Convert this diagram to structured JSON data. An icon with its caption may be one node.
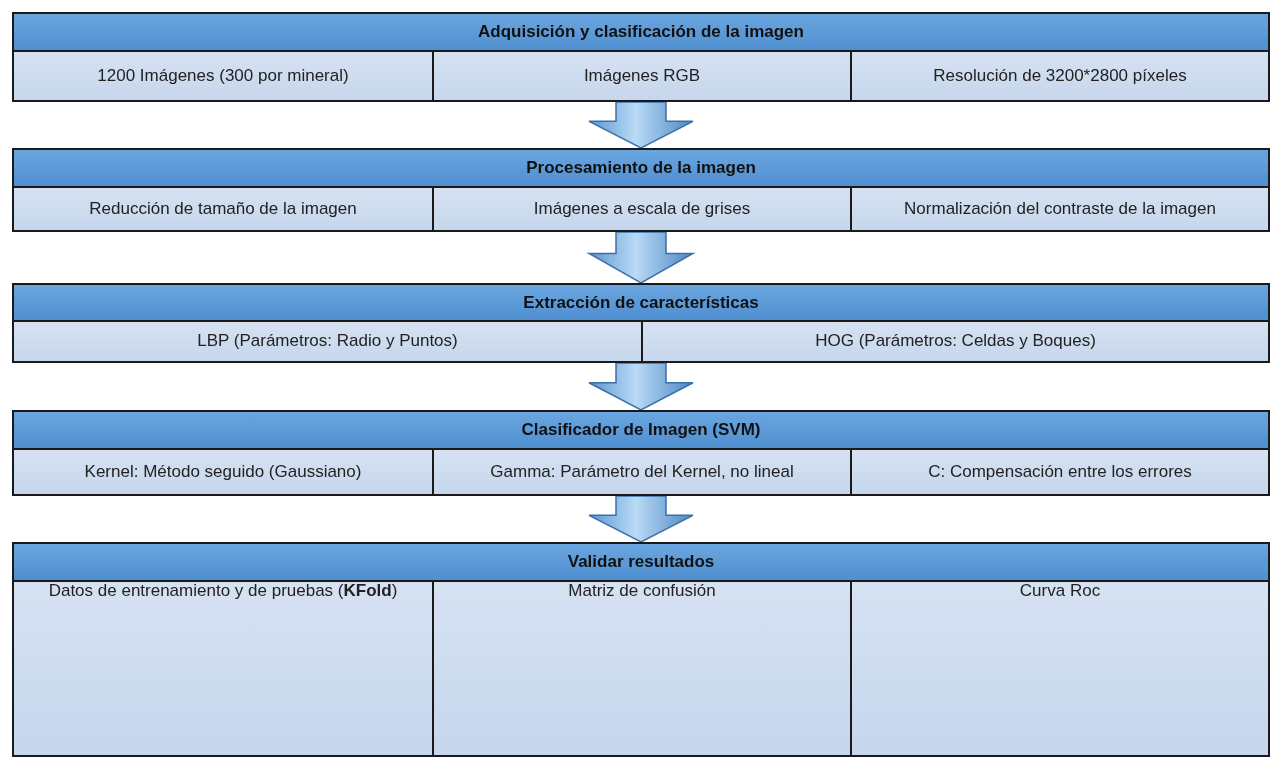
{
  "diagram": {
    "nodes": [
      {
        "text": [
          "Adquisición y clasificación de la imagen"
        ]
      },
      {
        "text": [
          "1200  Imágenes (300 por mineral)"
        ],
        "in": 0
      },
      {
        "text": [
          "Imágenes RGB"
        ],
        "in": 0
      },
      {
        "text": [
          "Resolución de 3200*2800  píxeles"
        ],
        "in": 0
      },
      {
        "text": [
          "Procesamiento de la imagen"
        ]
      },
      {
        "text": [
          "Reducción de tamaño de la imagen"
        ],
        "in": 4
      },
      {
        "text": [
          "Imágenes a escala de grises"
        ],
        "in": 4
      },
      {
        "text": [
          "Normalización del contraste de la imagen"
        ],
        "in": 4
      },
      {
        "text": [
          "Extracción de características"
        ]
      },
      {
        "text": [
          "LBP (Parámetros: Radio y Puntos)"
        ],
        "in": 8
      },
      {
        "text": [
          "HOG (Parámetros: Celdas y Boques)"
        ],
        "in": 8
      },
      {
        "text": [
          "Clasificador de Imagen (SVM)"
        ]
      },
      {
        "text": [
          "Kernel: Método seguido (Gaussiano)"
        ],
        "in": 11
      },
      {
        "text": [
          "Gamma: Parámetro del Kernel, no lineal"
        ],
        "in": 11
      },
      {
        "text": [
          "C: Compensación entre los errores"
        ],
        "in": 11
      },
      {
        "text": [
          "Validar resultados"
        ]
      },
      {
        "text": [
          "Datos de entrenamiento y de pruebas (**KFold**)"
        ],
        "in": 15
      },
      {
        "text": [
          "Matriz de confusión"
        ],
        "in": 15
      },
      {
        "text": [
          "Curva Roc"
        ],
        "in": 15
      }
    ],
    "edges": [
      {
        "from": 0,
        "to": 4,
        "arrow": "to"
      },
      {
        "from": 4,
        "to": 8,
        "arrow": "to"
      },
      {
        "from": 8,
        "to": 11,
        "arrow": "to"
      },
      {
        "from": 11,
        "to": 15,
        "arrow": "to"
      }
    ]
  }
}
